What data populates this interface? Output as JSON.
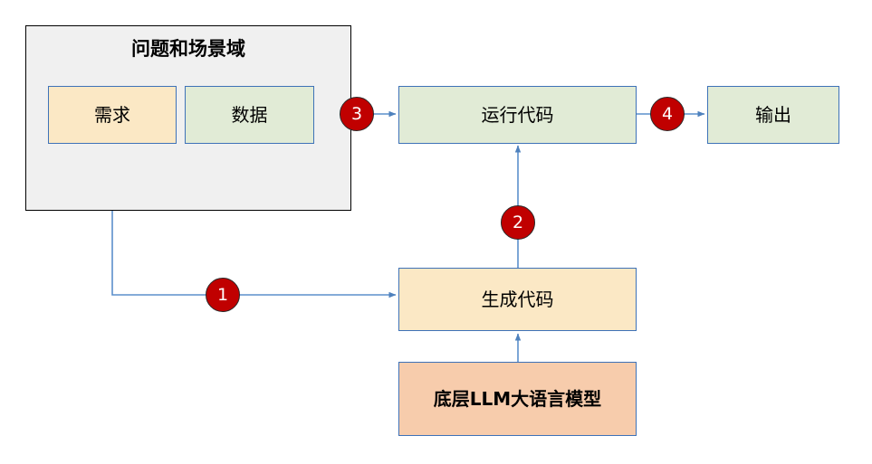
{
  "diagram": {
    "title_group": "问题和场景域",
    "nodes": [
      {
        "id": "requirement",
        "label": "需求"
      },
      {
        "id": "data",
        "label": "数据"
      },
      {
        "id": "run-code",
        "label": "运行代码"
      },
      {
        "id": "output",
        "label": "输出"
      },
      {
        "id": "generate-code",
        "label": "生成代码"
      },
      {
        "id": "llm",
        "label": "底层LLM大语言模型"
      }
    ],
    "badges": [
      {
        "id": "step-1",
        "label": "1"
      },
      {
        "id": "step-2",
        "label": "2"
      },
      {
        "id": "step-3",
        "label": "3"
      },
      {
        "id": "step-4",
        "label": "4"
      }
    ],
    "colors": {
      "group_fill": "#F0F0F0",
      "group_border": "#000000",
      "yellow_fill": "#FBE8C5",
      "green_fill": "#E1EBD6",
      "salmon_fill": "#F7CCAC",
      "box_border": "#3E72B8",
      "connector": "#5B8FCB",
      "badge_fill": "#C00000",
      "badge_text": "#FFFFFF",
      "text": "#000000",
      "background": "#FFFFFF"
    }
  }
}
